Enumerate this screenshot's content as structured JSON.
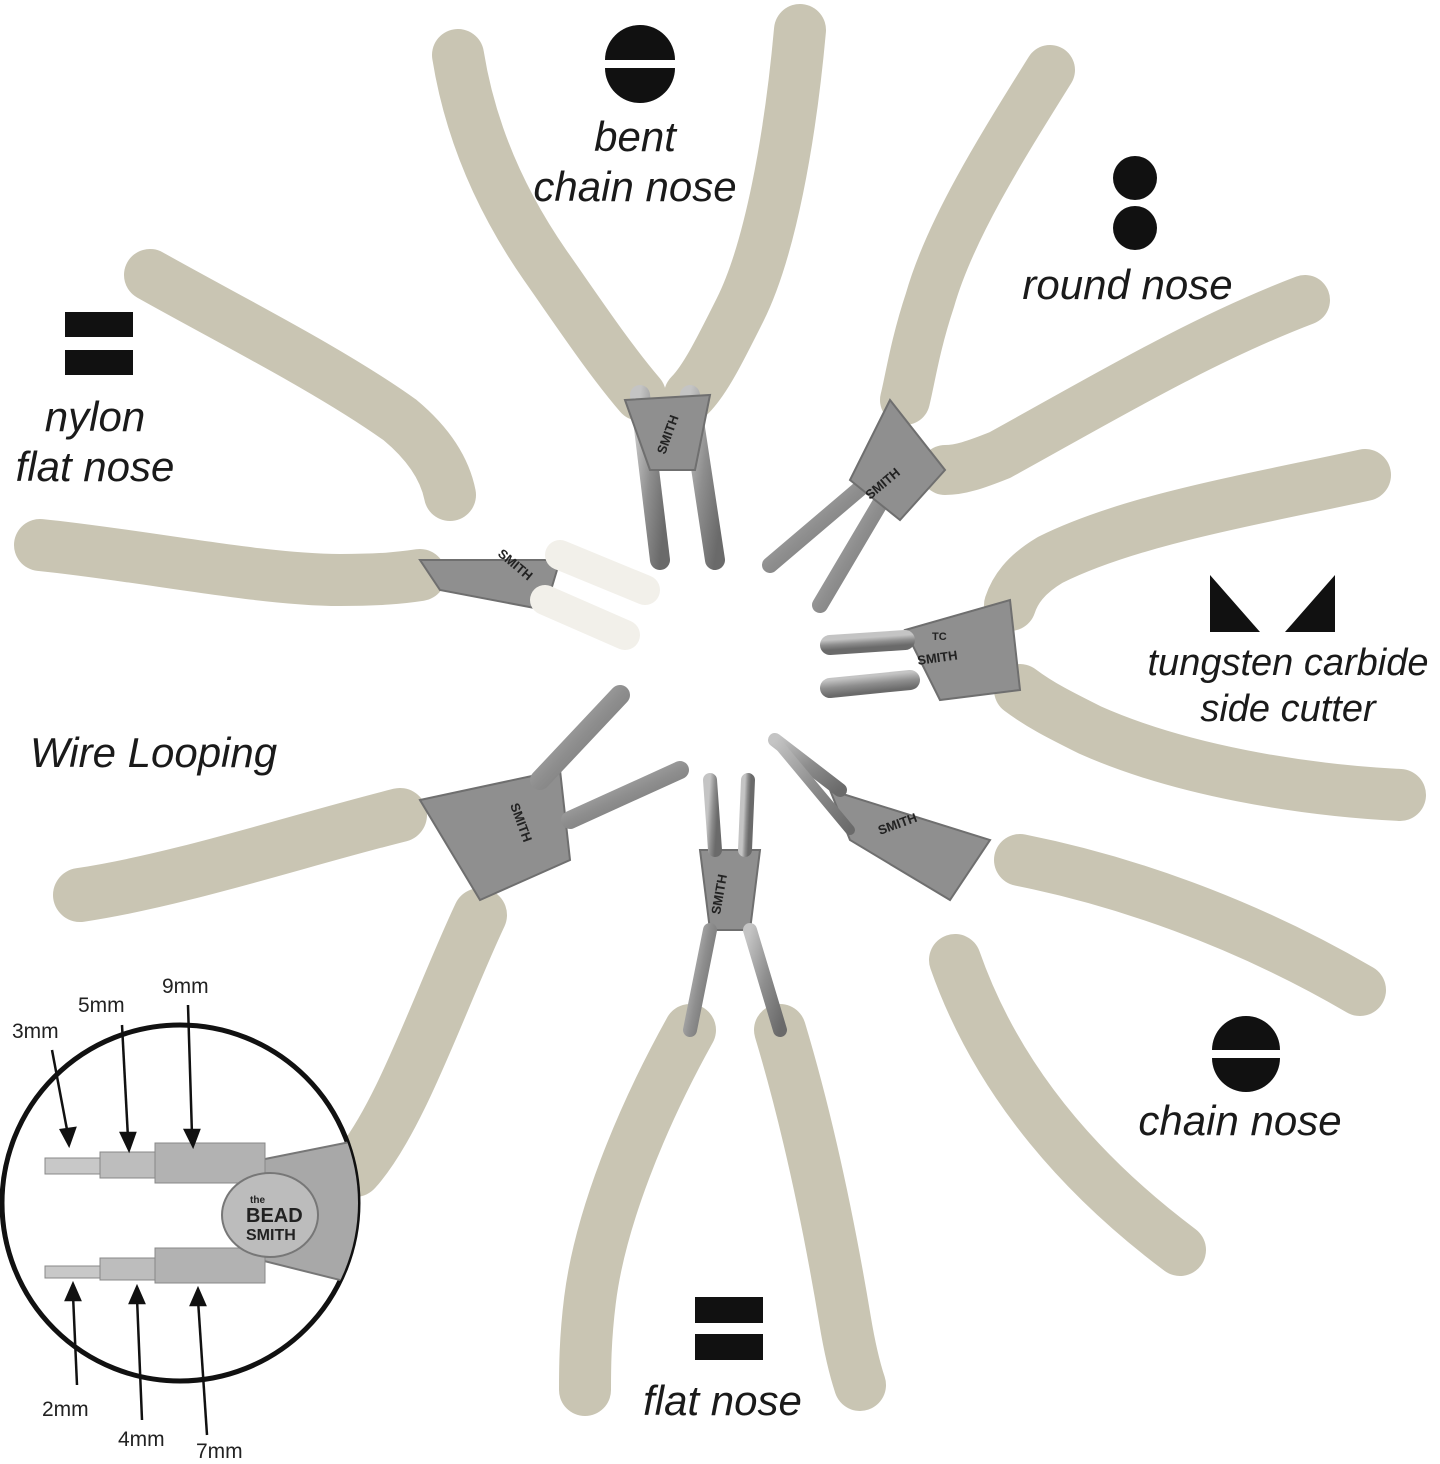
{
  "tools": [
    {
      "id": "bent-chain-nose",
      "line1": "bent",
      "line2": "chain nose",
      "symbol": "semicircle-split"
    },
    {
      "id": "round-nose",
      "line1": "round nose",
      "symbol": "two-circles"
    },
    {
      "id": "nylon-flat-nose",
      "line1": "nylon",
      "line2": "flat nose",
      "symbol": "two-bars"
    },
    {
      "id": "tungsten-side-cutter",
      "line1": "tungsten carbide",
      "line2": "side cutter",
      "symbol": "two-triangles"
    },
    {
      "id": "wire-looping",
      "line1": "Wire Looping"
    },
    {
      "id": "chain-nose",
      "line1": "chain nose",
      "symbol": "semicircle-split"
    },
    {
      "id": "flat-nose",
      "line1": "flat nose",
      "symbol": "two-bars"
    }
  ],
  "sizes": {
    "top": [
      "3mm",
      "5mm",
      "9mm"
    ],
    "bottom": [
      "2mm",
      "4mm",
      "7mm"
    ]
  },
  "brand": {
    "line1": "the",
    "line2": "BEAD",
    "line3": "SMITH"
  },
  "cutter_mark": "TC",
  "colors": {
    "grip": "#c9c5b3",
    "grip_shade": "#b5b19d",
    "steel": "#9a9a9a",
    "steel_dark": "#6f6f6f",
    "jaw_nylon": "#f2f0ea",
    "ink": "#111111"
  }
}
